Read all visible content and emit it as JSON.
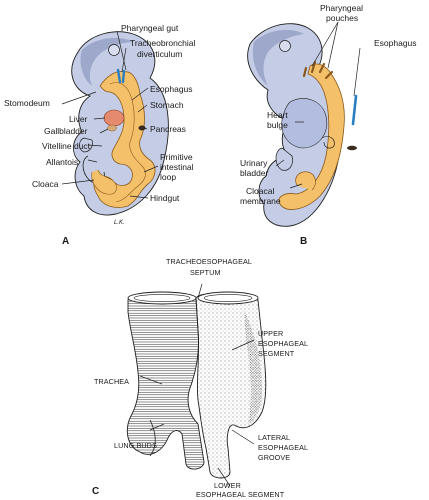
{
  "panels": {
    "A": {
      "letter": "A",
      "labels": {
        "pharyngeal_gut": "Pharyngeal gut",
        "tracheobronchial_1": "Tracheobronchial",
        "tracheobronchial_2": "diverticulum",
        "stomodeum": "Stomodeum",
        "esophagus": "Esophagus",
        "liver": "Liver",
        "stomach": "Stomach",
        "gallbladder": "Gallbladder",
        "pancreas": "Pancreas",
        "vitelline_duct": "Vitelline duct",
        "allantois": "Allantois",
        "primitive_1": "Primitive",
        "primitive_2": "intestinal",
        "primitive_3": "loop",
        "cloaca": "Cloaca",
        "hindgut": "Hindgut",
        "signature": "L.K."
      }
    },
    "B": {
      "letter": "B",
      "labels": {
        "pharyngeal_pouches_1": "Pharyngeal",
        "pharyngeal_pouches_2": "pouches",
        "esophagus": "Esophagus",
        "heart_bulge_1": "Heart",
        "heart_bulge_2": "bulge",
        "urinary_bladder_1": "Urinary",
        "urinary_bladder_2": "bladder",
        "cloacal_membrane_1": "Cloacal",
        "cloacal_membrane_2": "membrane"
      }
    },
    "C": {
      "letter": "C",
      "labels": {
        "septum_1": "TRACHEOESOPHAGEAL",
        "septum_2": "SEPTUM",
        "upper_seg_1": "UPPER",
        "upper_seg_2": "ESOPHAGEAL",
        "upper_seg_3": "SEGMENT",
        "trachea": "TRACHEA",
        "lateral_1": "LATERAL",
        "lateral_2": "ESOPHAGEAL",
        "lateral_3": "GROOVE",
        "lung_buds": "LUNG BUDS",
        "lower_seg_1": "LOWER",
        "lower_seg_2": "ESOPHAGEAL SEGMENT"
      }
    }
  },
  "colors": {
    "embryo_body": "#c5cde6",
    "embryo_shadow": "#8f9bc2",
    "gut_tube": "#f4c06a",
    "gut_outline": "#8a5a1c",
    "liver": "#e58a6e",
    "trachea_bud": "#2a7fc0",
    "outline": "#1f1f1f"
  }
}
